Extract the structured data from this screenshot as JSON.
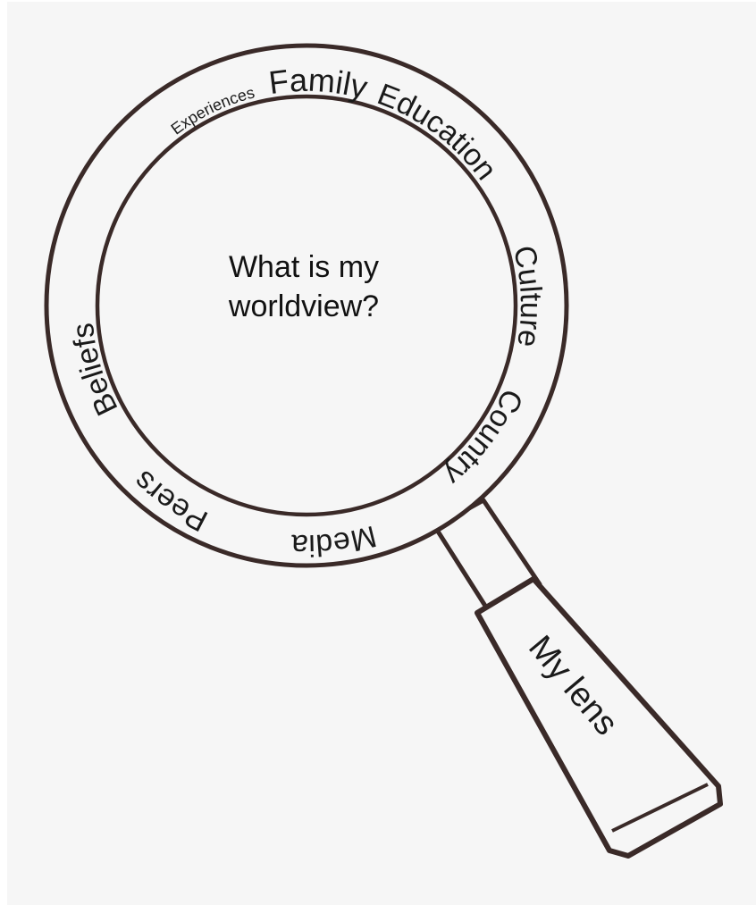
{
  "center_question": {
    "line1": "What is my",
    "line2": "worldview?"
  },
  "ring_labels": {
    "family": "Family",
    "education": "Education",
    "culture": "Culture",
    "country": "Country",
    "media": "Media",
    "peers": "Peers",
    "beliefs": "Beliefs",
    "experiences": "Experiences"
  },
  "handle_label": "My lens",
  "colors": {
    "outline": "#3a2a28",
    "background": "#f6f6f6",
    "text": "#1a1a1a"
  }
}
